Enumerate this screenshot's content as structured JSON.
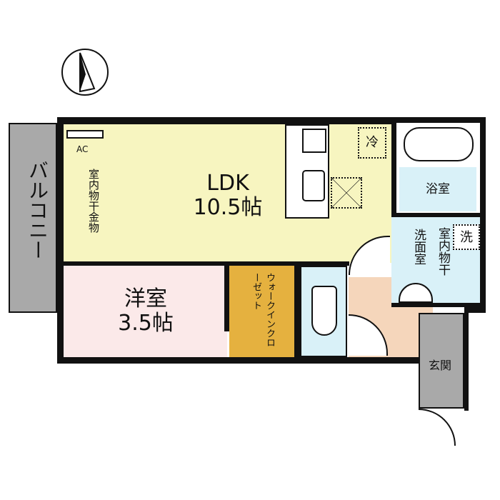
{
  "rooms": {
    "ldk": {
      "name": "LDK",
      "size": "10.5帖"
    },
    "bedroom": {
      "name": "洋室",
      "size": "3.5帖"
    },
    "walk_in_closet": {
      "name": "ウォークインクローゼット"
    },
    "bath": {
      "name": "浴室"
    },
    "washroom": {
      "name": "洗面室"
    },
    "entrance": {
      "name": "玄関"
    },
    "balcony": {
      "name": "バルコニー"
    }
  },
  "labels": {
    "ac": "AC",
    "drying_rack_ldk": "室内物干金物",
    "drying_rack_wash": "室内物干",
    "fridge": "冷",
    "washer": "洗"
  },
  "colors": {
    "ldk": "#f7f5c0",
    "bedroom": "#fbe9e9",
    "closet": "#e5b13f",
    "water": "#d9f1f8",
    "hall": "#f5d6bb",
    "gray": "#a9a9a9"
  },
  "compass": {
    "icon": "north-arrow-icon"
  }
}
